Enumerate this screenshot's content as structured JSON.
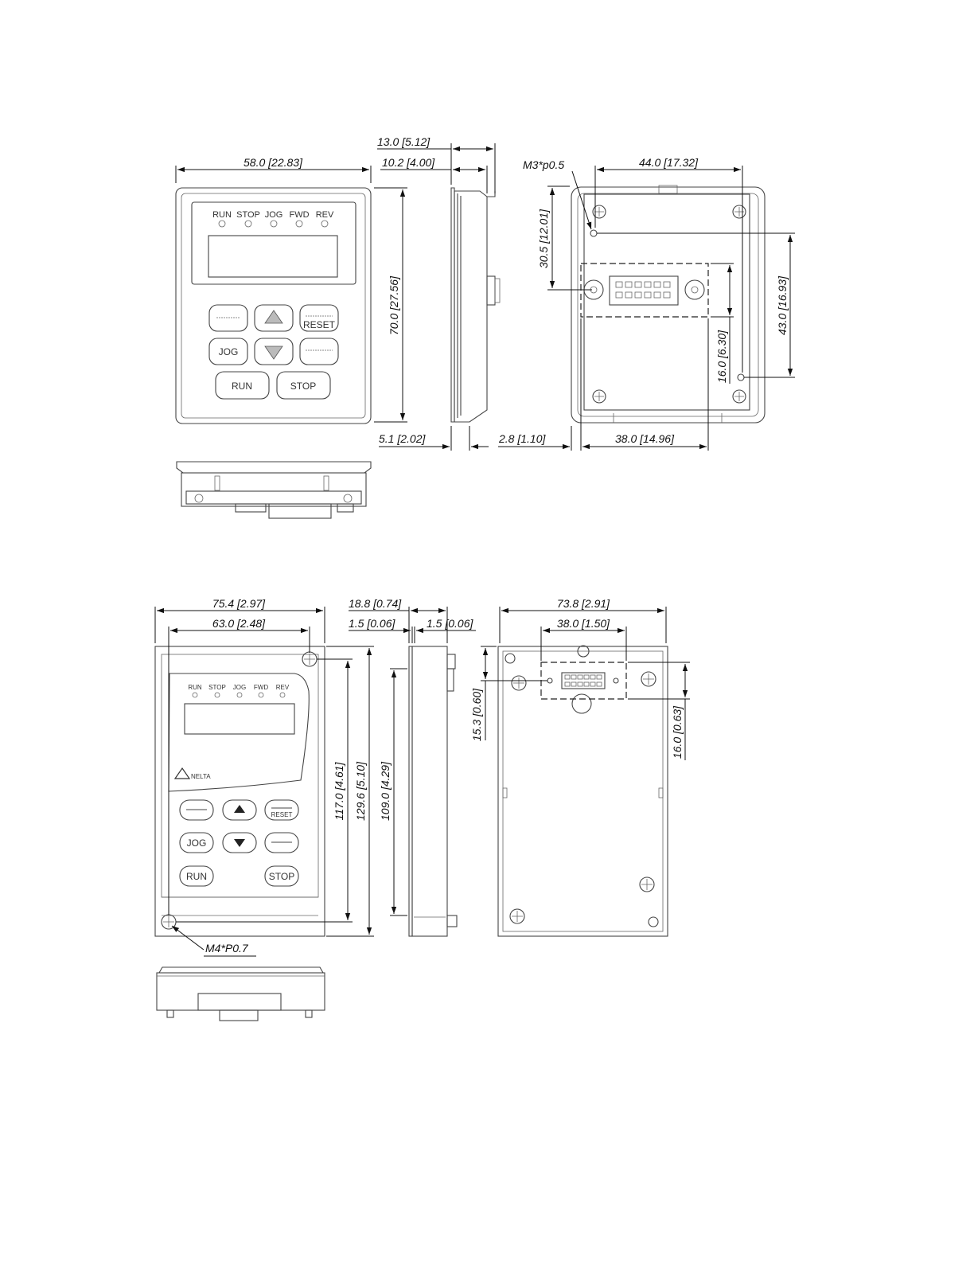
{
  "upper_keypad": {
    "front": {
      "led_labels": [
        "RUN",
        "STOP",
        "JOG",
        "FWD",
        "REV"
      ],
      "keys": {
        "reset": "RESET",
        "jog": "JOG",
        "run": "RUN",
        "stop": "STOP"
      }
    },
    "dimensions": {
      "front_width": "58.0 [22.83]",
      "front_height": "70.0 [27.56]",
      "side_depth_total": "13.0 [5.12]",
      "side_depth_body": "10.2 [4.00]",
      "side_bottom_offset": "5.1 [2.02]",
      "screw_thread": "M3*p0.5",
      "rear_hole_spacing_h": "44.0 [17.32]",
      "rear_hole_to_connector": "30.5 [12.01]",
      "rear_hole_spacing_v": "43.0 [16.93]",
      "rear_connector_height": "16.0 [6.30]",
      "rear_left_offset": "2.8 [1.10]",
      "rear_connector_width": "38.0 [14.96]"
    }
  },
  "lower_keypad": {
    "front": {
      "led_labels": [
        "RUN",
        "STOP",
        "JOG",
        "FWD",
        "REV"
      ],
      "brand": "NELTA",
      "keys": {
        "reset": "RESET",
        "jog": "JOG",
        "run": "RUN",
        "stop": "STOP"
      }
    },
    "dimensions": {
      "overall_width": "75.4 [2.97]",
      "hole_spacing_width": "63.0 [2.48]",
      "hole_spacing_height": "117.0 [4.61]",
      "overall_height": "129.6 [5.10]",
      "side_height": "109.0 [4.29]",
      "side_depth": "18.8 [0.74]",
      "side_flange_a": "1.5 [0.06]",
      "side_flange_b": "1.5 [0.06]",
      "screw_thread": "M4*P0.7",
      "rear_width": "73.8 [2.91]",
      "rear_connector_width": "38.0 [1.50]",
      "rear_connector_offset": "15.3 [0.60]",
      "rear_connector_height": "16.0 [0.63]"
    }
  }
}
